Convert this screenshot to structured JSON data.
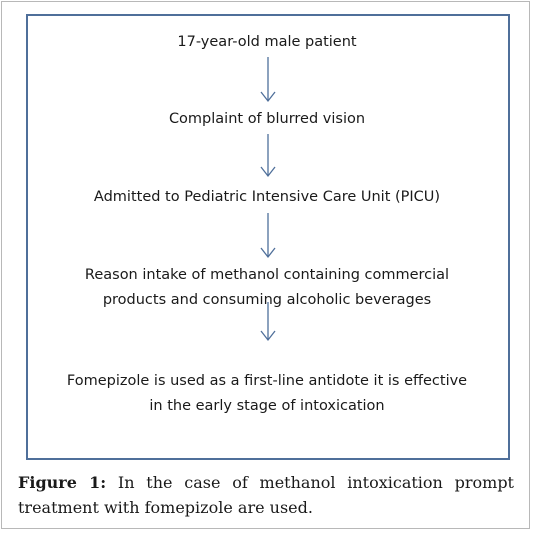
{
  "flowchart": {
    "steps": [
      {
        "lines": [
          "17-year-old male patient"
        ]
      },
      {
        "lines": [
          "Complaint of blurred vision"
        ]
      },
      {
        "lines": [
          "Admitted to Pediatric Intensive Care Unit (PICU)"
        ]
      },
      {
        "lines": [
          "Reason intake of methanol containing commercial",
          "products and consuming alcoholic beverages"
        ]
      },
      {
        "lines": [
          "Fomepizole is used as a first-line antidote it is effective",
          "in the early stage of intoxication"
        ]
      }
    ],
    "arrow_color": "#4f6f9a",
    "border_color": "#4f6f9a"
  },
  "caption": {
    "label": "Figure 1:",
    "text": "In the case of methanol intoxication prompt treatment with fomepizole are used."
  }
}
